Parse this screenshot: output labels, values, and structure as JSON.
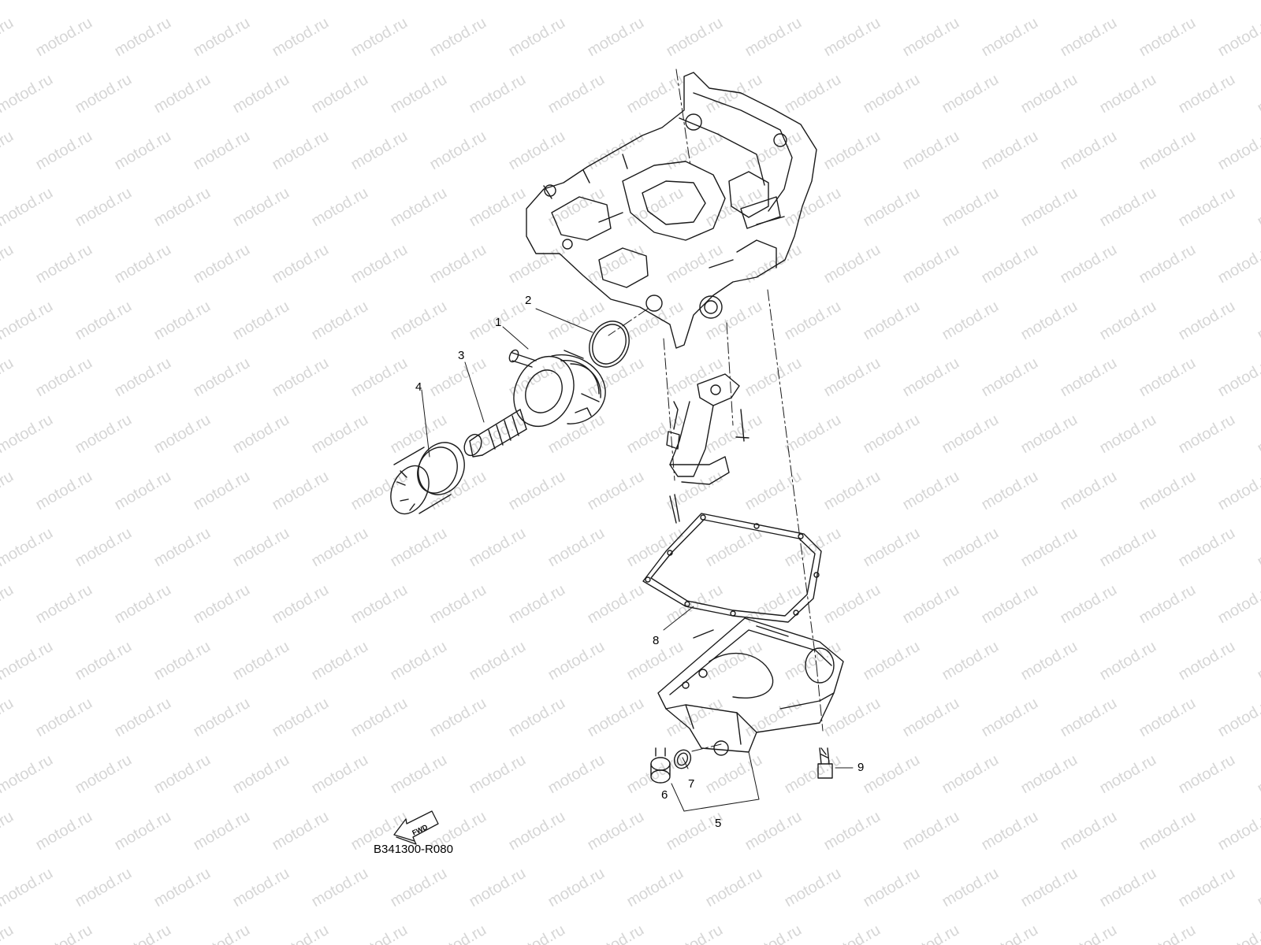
{
  "watermark": {
    "text": "motod.ru",
    "color": "#d6d6d6"
  },
  "diagram_code": "B341300-R080",
  "fwd_label": "FWD",
  "callouts": [
    {
      "id": "1",
      "text": "1"
    },
    {
      "id": "2",
      "text": "2"
    },
    {
      "id": "3",
      "text": "3"
    },
    {
      "id": "4",
      "text": "4"
    },
    {
      "id": "5",
      "text": "5"
    },
    {
      "id": "6",
      "text": "6"
    },
    {
      "id": "7",
      "text": "7"
    },
    {
      "id": "8",
      "text": "8"
    },
    {
      "id": "9",
      "text": "9"
    }
  ],
  "colors": {
    "line": "#1a1a1a",
    "background": "#ffffff"
  }
}
